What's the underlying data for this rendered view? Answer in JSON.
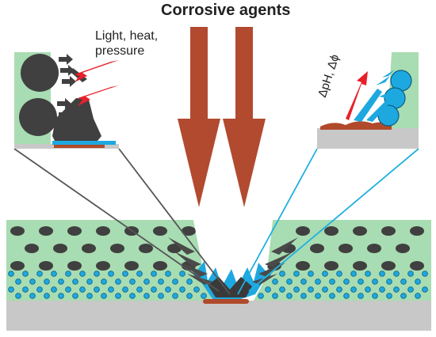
{
  "title": "Corrosive agents",
  "stimuli_label_lines": [
    "Light, heat,",
    "pressure"
  ],
  "ph_label": "ΔpH, Δϕ",
  "colors": {
    "coating_green": "#a8dcb2",
    "substrate_grey": "#c8c8c8",
    "pigment_dark": "#404040",
    "microcapsule_blue": "#1ea8e0",
    "corrosive_arrow": "#b24a30",
    "trigger_arrow_red": "#e8202a",
    "rust": "#b04a2a",
    "leader_line_dark": "#555555",
    "leader_line_blue": "#20b0e0"
  },
  "icons": [
    "corrosive-arrow",
    "light-heat-pressure-arrow",
    "ph-trigger-arrow",
    "release-arrow"
  ]
}
